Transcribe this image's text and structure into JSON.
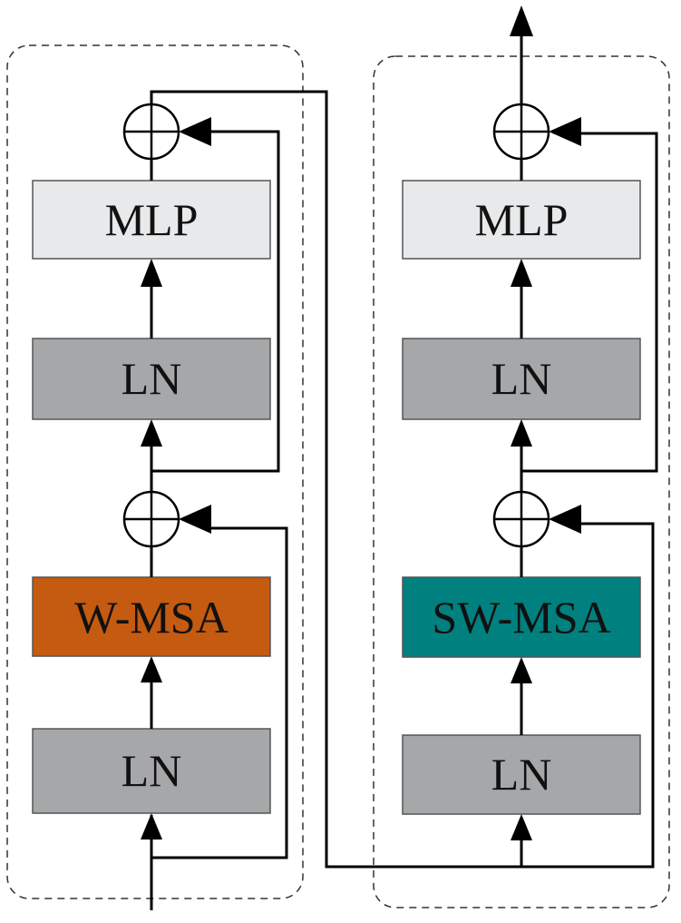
{
  "colors": {
    "mlp_fill": "#e7e9eb",
    "ln_fill": "#a6a7a9",
    "wmsa_fill": "#c55a11",
    "swmsa_fill": "#00807e",
    "line": "#000000",
    "frame_dash": "#333333"
  },
  "left_block": {
    "mlp_label": "MLP",
    "ln_top_label": "LN",
    "msa_label": "W-MSA",
    "ln_bottom_label": "LN"
  },
  "right_block": {
    "mlp_label": "MLP",
    "ln_top_label": "LN",
    "msa_label": "SW-MSA",
    "ln_bottom_label": "LN"
  }
}
